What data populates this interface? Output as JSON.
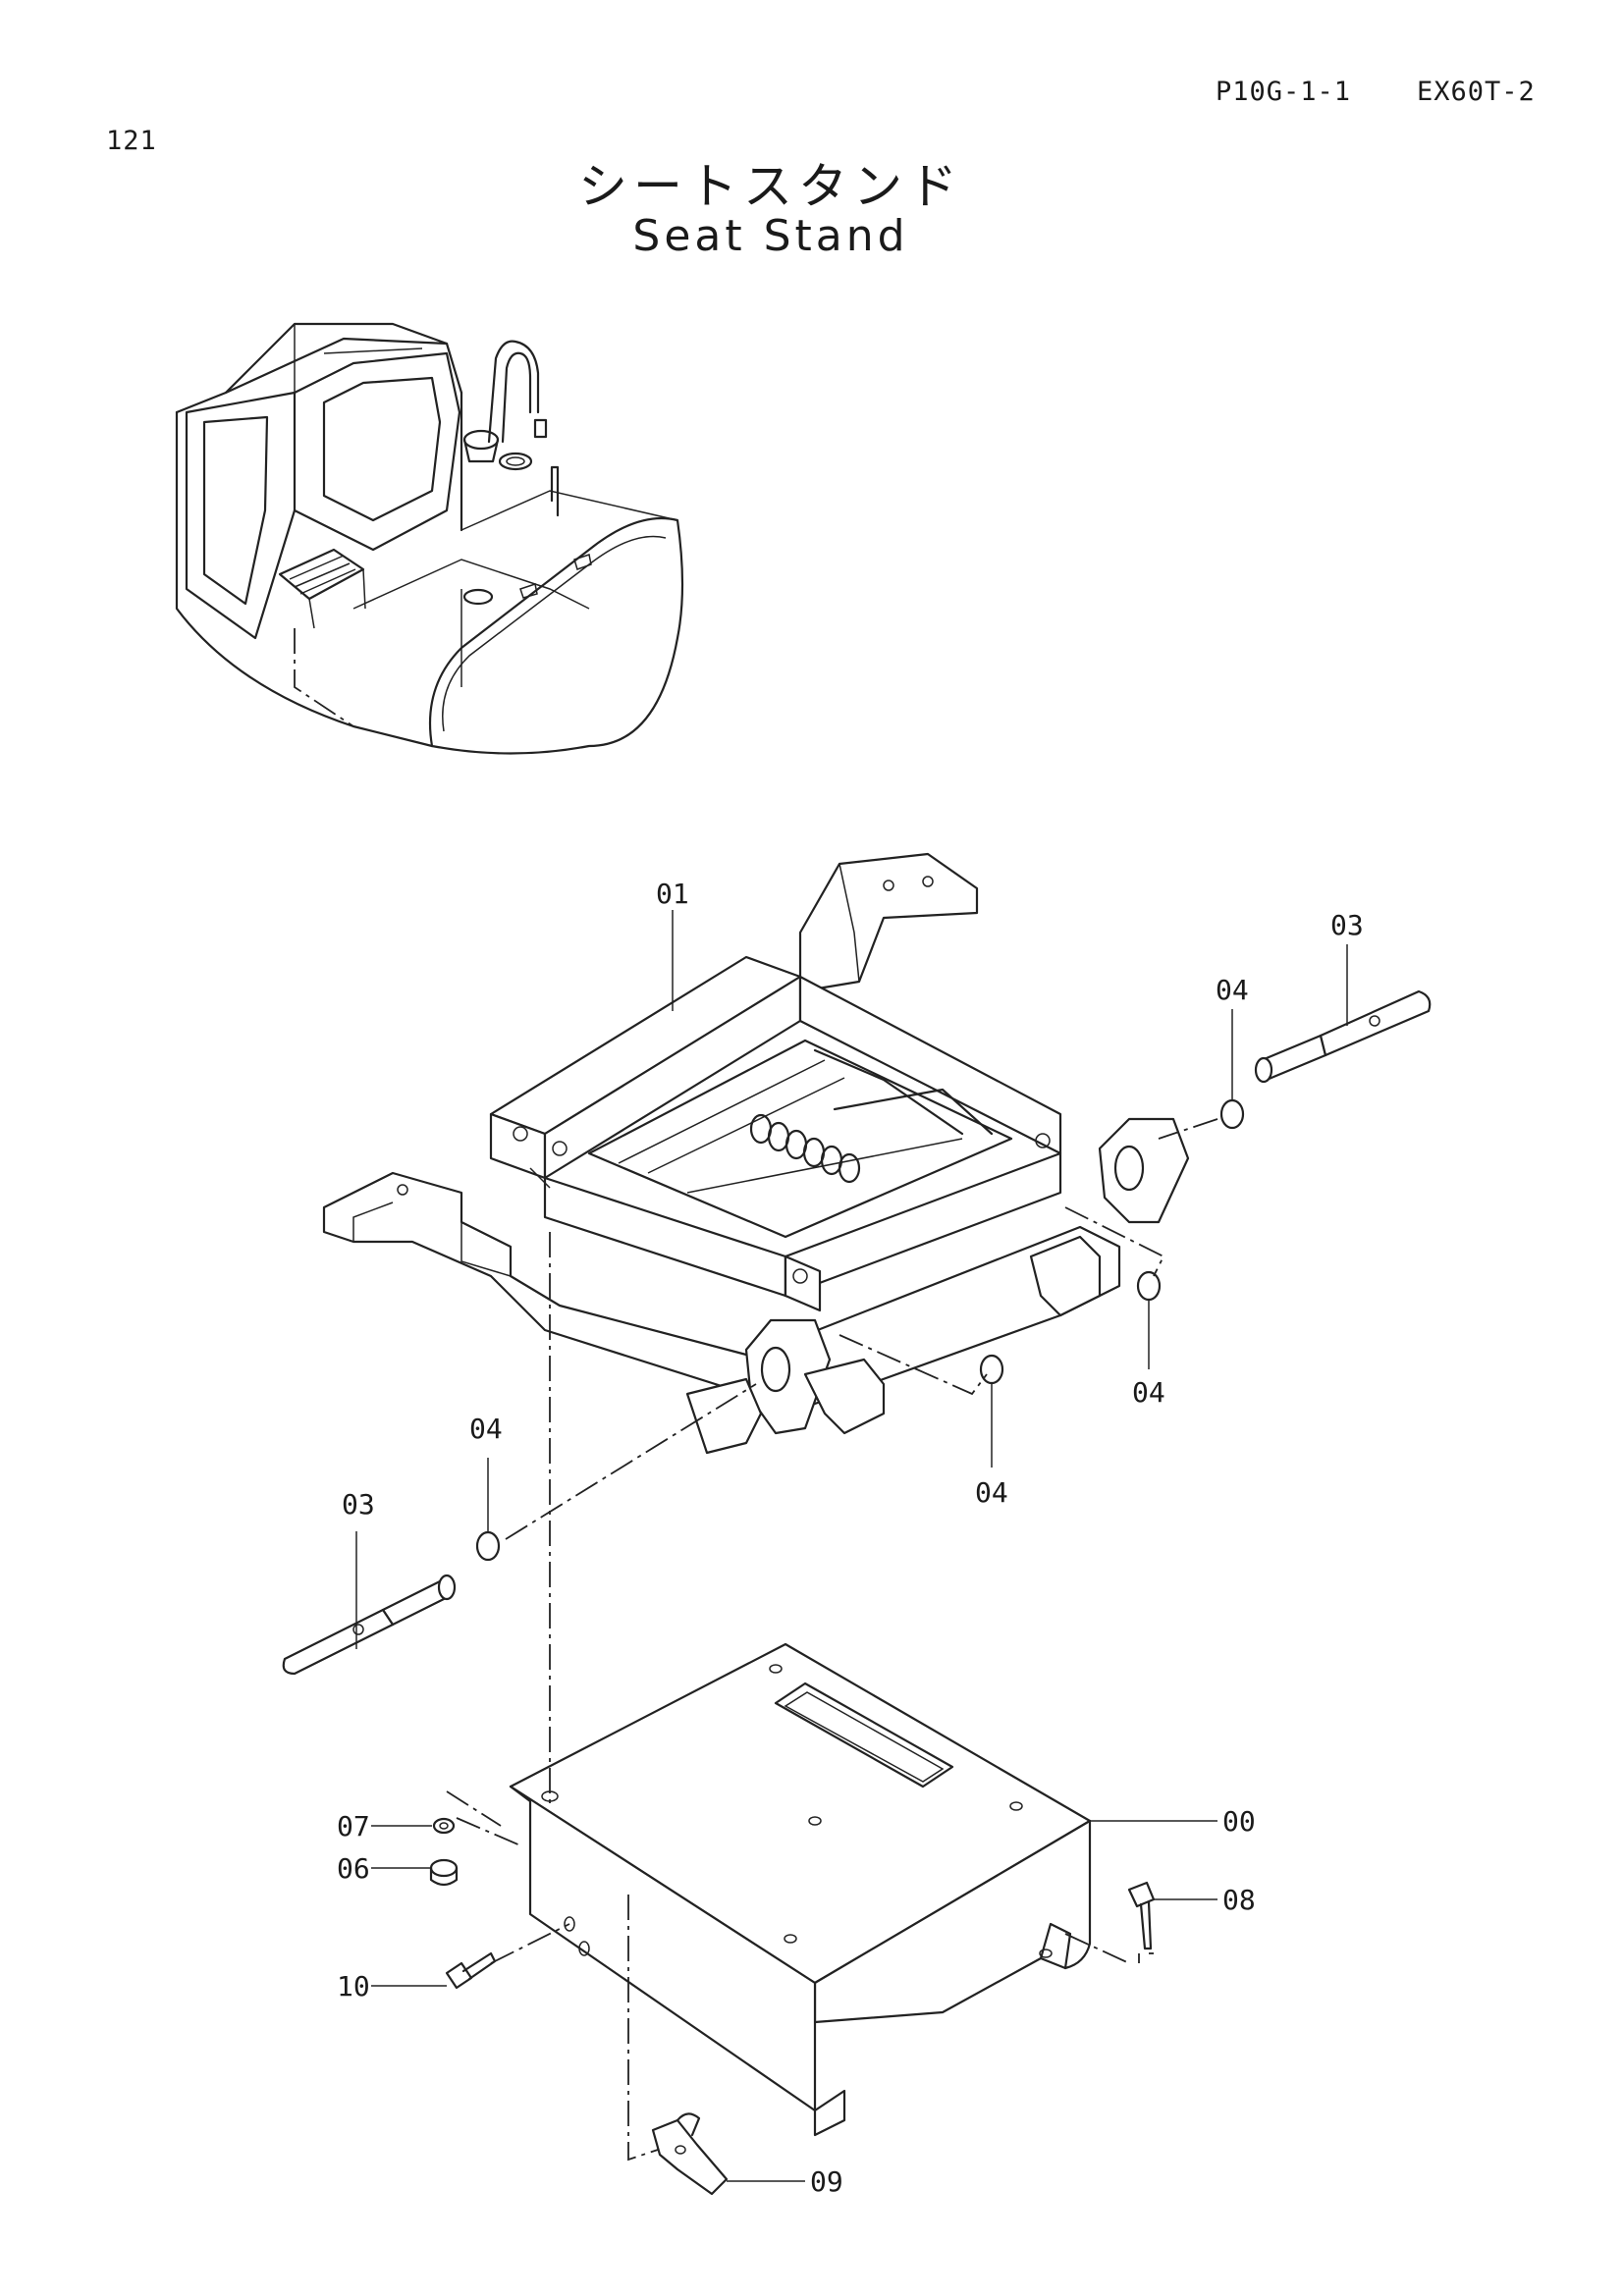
{
  "header": {
    "page_number": "121",
    "doc_code": "P10G-1-1",
    "model": "EX60T-2"
  },
  "title": {
    "japanese": "シートスタンド",
    "english": "Seat Stand"
  },
  "callouts": [
    {
      "id": "01",
      "text": "01"
    },
    {
      "id": "03a",
      "text": "03"
    },
    {
      "id": "04a",
      "text": "04"
    },
    {
      "id": "04b",
      "text": "04"
    },
    {
      "id": "04c",
      "text": "04"
    },
    {
      "id": "04d",
      "text": "04"
    },
    {
      "id": "03b",
      "text": "03"
    },
    {
      "id": "00",
      "text": "00"
    },
    {
      "id": "07",
      "text": "07"
    },
    {
      "id": "06",
      "text": "06"
    },
    {
      "id": "08",
      "text": "08"
    },
    {
      "id": "10",
      "text": "10"
    },
    {
      "id": "09",
      "text": "09"
    }
  ]
}
